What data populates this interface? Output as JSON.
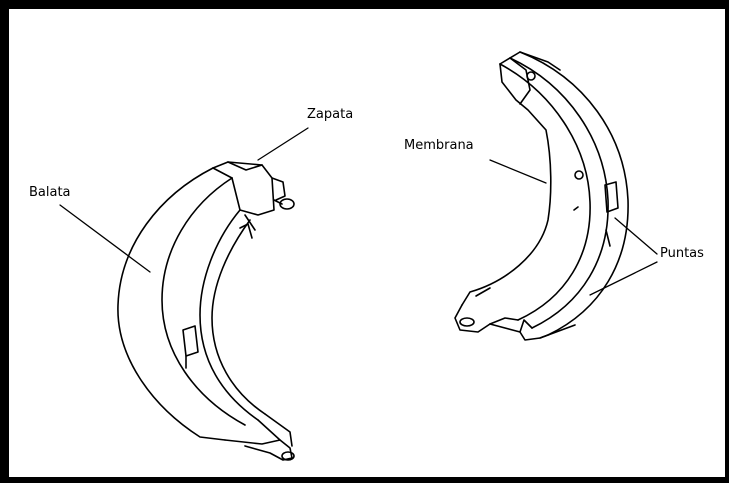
{
  "diagram": {
    "labels": {
      "balata": "Balata",
      "zapata": "Zapata",
      "membrana": "Membrana",
      "puntas": "Puntas"
    },
    "colors": {
      "line": "#000000",
      "background": "#ffffff",
      "frame": "#000000"
    }
  }
}
